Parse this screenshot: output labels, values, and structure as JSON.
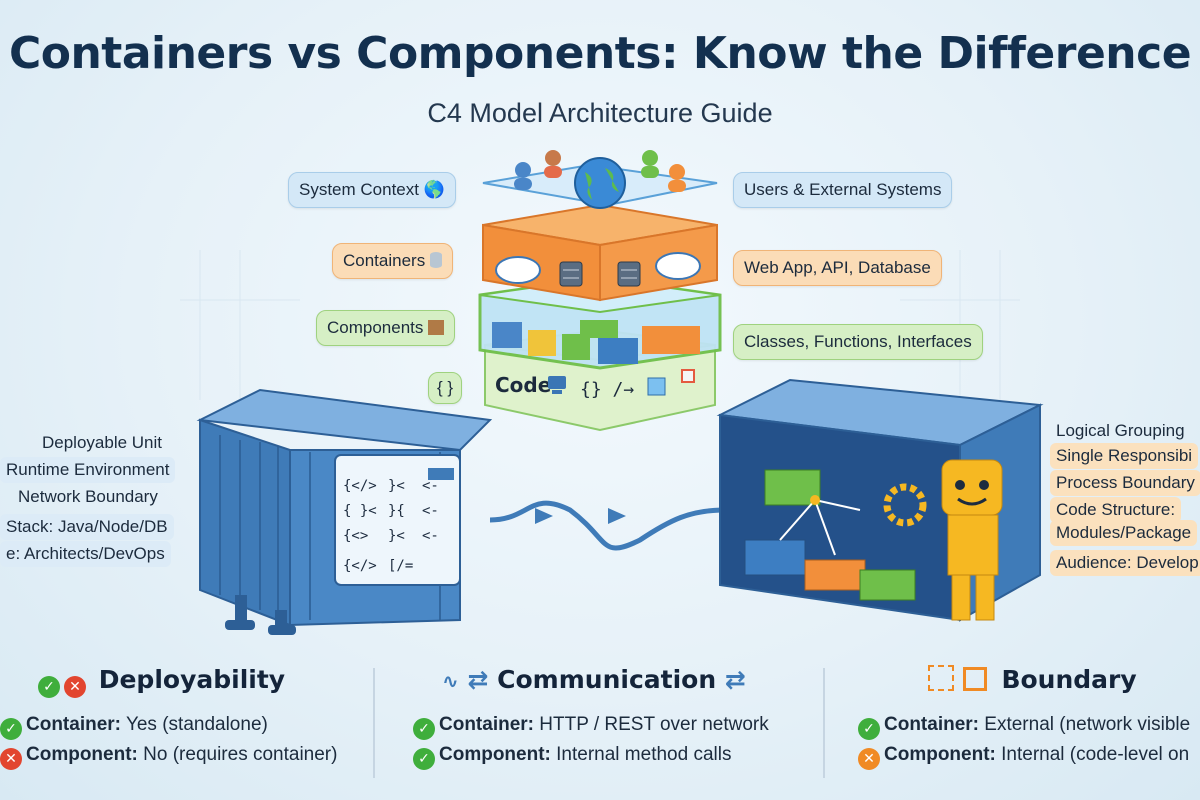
{
  "title": "Containers vs Components: Know the Difference",
  "subtitle": "C4 Model Architecture Guide",
  "layers": [
    {
      "label": "System Context",
      "icon": "globe-icon",
      "description": "Users & External Systems",
      "color": "#2f8fd8"
    },
    {
      "label": "Containers",
      "icon": "database-icon",
      "description": "Web App, API, Database",
      "color": "#f28f3b"
    },
    {
      "label": "Components",
      "icon": "box-icon",
      "description": "Classes, Functions, Interfaces",
      "color": "#6fbf4a"
    },
    {
      "label": "Code",
      "icon": "computer-icon",
      "description": ""
    }
  ],
  "code_badge": "{ }",
  "code_symbols": "{} /→",
  "container_attributes": [
    "Deployable Unit",
    "Runtime Environment",
    "Network Boundary",
    "Stack: Java/Node/DB",
    "e: Architects/DevOps"
  ],
  "container_screen_code": [
    "{</>",
    "}<",
    "<-",
    "{ }<",
    "}{",
    "<-",
    "{<>",
    "}<",
    "<-",
    "{</>",
    "[/="
  ],
  "component_attributes": [
    "Logical Grouping",
    "Single Responsibi",
    "Process Boundary",
    "Code Structure:",
    "Modules/Package",
    "Audience: Develop"
  ],
  "comparisons": [
    {
      "heading": "Deployability",
      "lines": [
        {
          "status": "ok",
          "label": "Container:",
          "text": "Yes (standalone)"
        },
        {
          "status": "no",
          "label": "Component:",
          "text": "No (requires container)"
        }
      ]
    },
    {
      "heading": "Communication",
      "lines": [
        {
          "status": "ok",
          "label": "Container:",
          "text": "HTTP / REST over network"
        },
        {
          "status": "ok",
          "label": "Component:",
          "text": "Internal method calls"
        }
      ]
    },
    {
      "heading": "Boundary",
      "lines": [
        {
          "status": "ok",
          "label": "Container:",
          "text": "External (network visible"
        },
        {
          "status": "warn",
          "label": "Component:",
          "text": "Internal (code-level on"
        }
      ]
    }
  ],
  "colors": {
    "title": "#13304f",
    "container_blue": "#3f7bb8",
    "layer_orange": "#f28f3b",
    "layer_green": "#6fbf4a",
    "lego_yellow": "#f6b822"
  }
}
